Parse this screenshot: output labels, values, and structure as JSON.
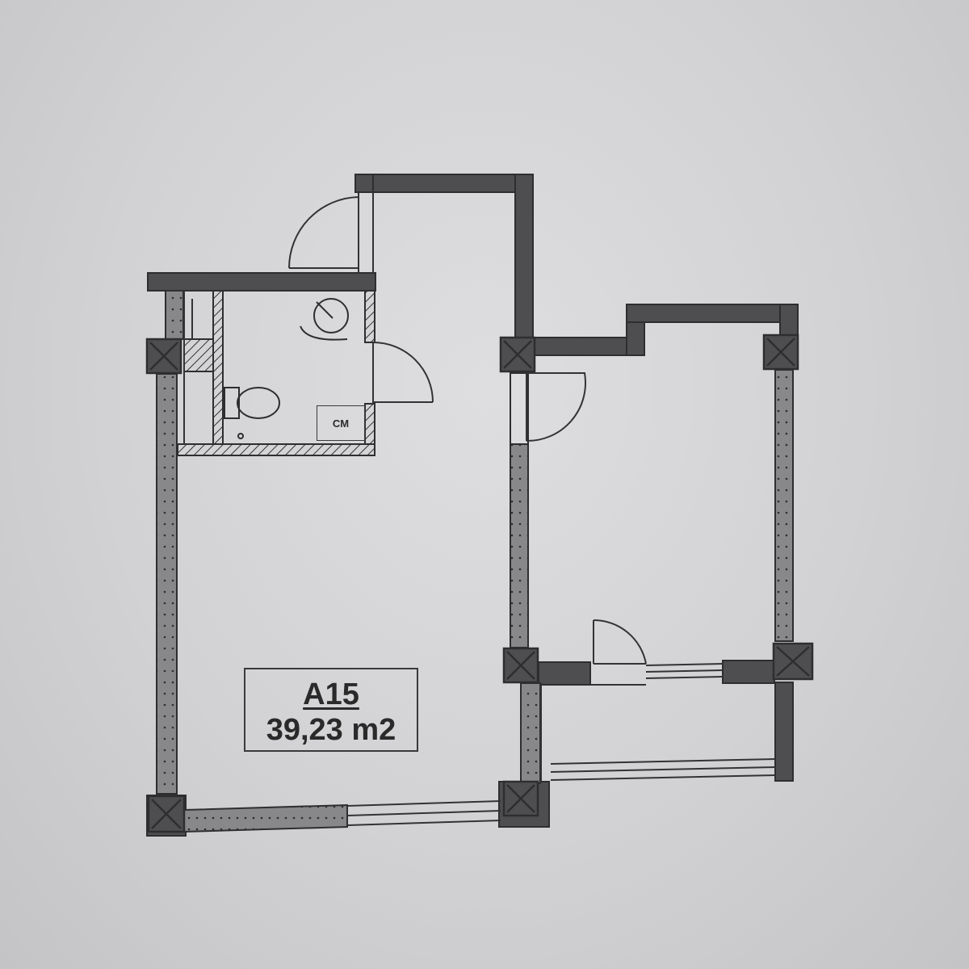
{
  "unit": {
    "code": "A15",
    "area": "39,23 m2"
  },
  "fixtures": {
    "washing_machine_label": "CM"
  },
  "colors": {
    "wall_fill": "#4e4e50",
    "insulated_wall_fill": "#8a8a8c",
    "line": "#333335",
    "paper": "#d4d4d6"
  }
}
